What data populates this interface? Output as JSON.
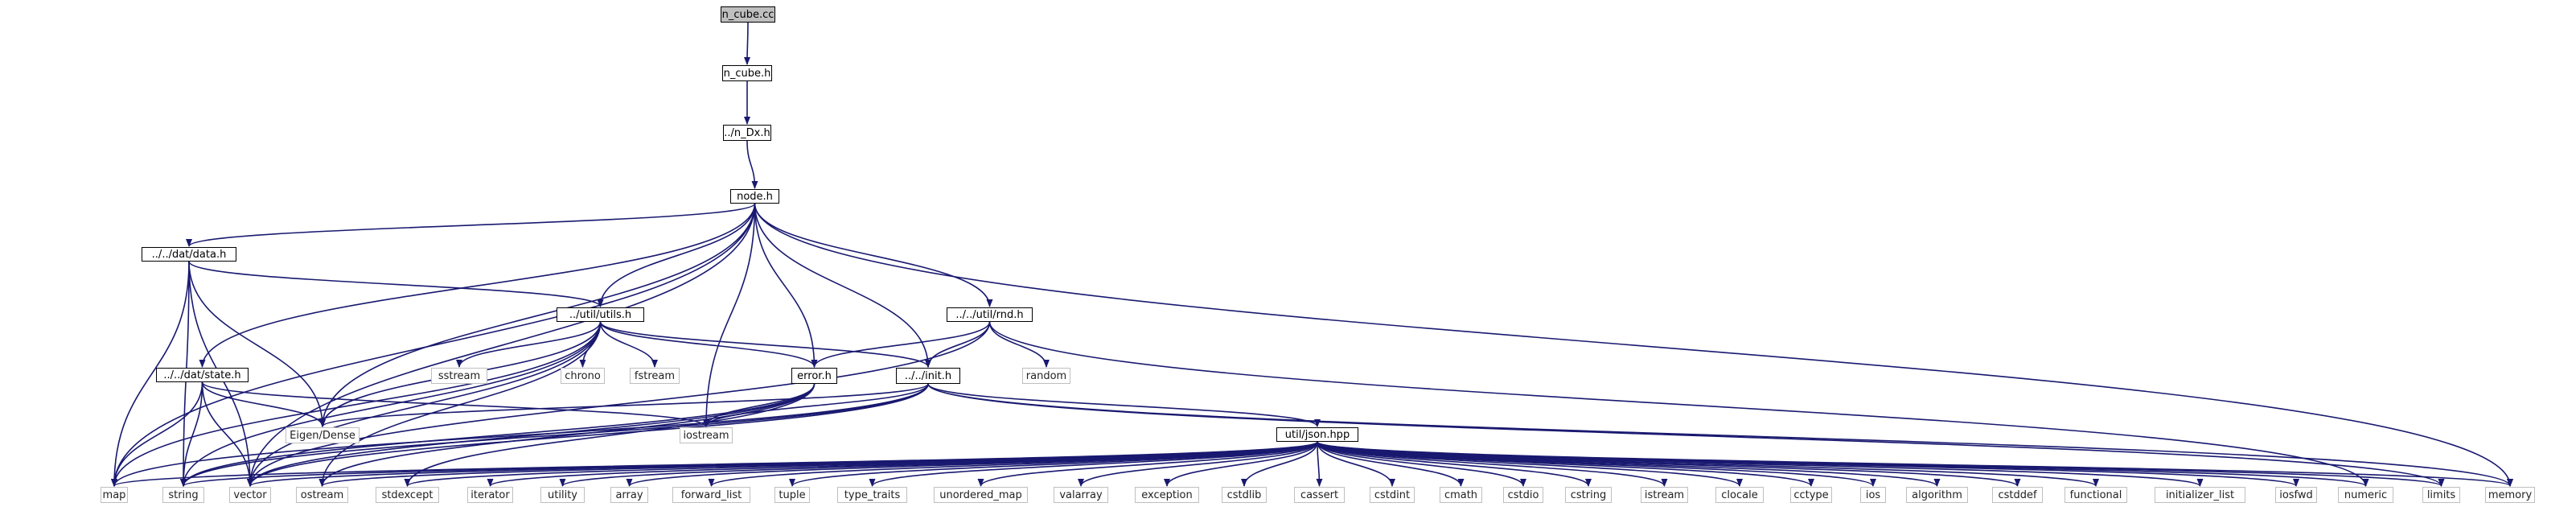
{
  "graph": {
    "nodes": [
      {
        "id": "n_cube_cc",
        "label": "n_cube.cc",
        "kind": "root"
      },
      {
        "id": "n_cube_h",
        "label": "n_cube.h",
        "kind": "local"
      },
      {
        "id": "n_dx_h",
        "label": "../n_Dx.h",
        "kind": "local"
      },
      {
        "id": "node_h",
        "label": "node.h",
        "kind": "local"
      },
      {
        "id": "data_h",
        "label": "../../dat/data.h",
        "kind": "local"
      },
      {
        "id": "utils_h",
        "label": "../util/utils.h",
        "kind": "local"
      },
      {
        "id": "rnd_h",
        "label": "../../util/rnd.h",
        "kind": "local"
      },
      {
        "id": "state_h",
        "label": "../../dat/state.h",
        "kind": "local"
      },
      {
        "id": "error_h",
        "label": "error.h",
        "kind": "local"
      },
      {
        "id": "init_h",
        "label": "../../init.h",
        "kind": "local"
      },
      {
        "id": "json_hpp",
        "label": "util/json.hpp",
        "kind": "local"
      },
      {
        "id": "sstream",
        "label": "sstream",
        "kind": "ext"
      },
      {
        "id": "chrono",
        "label": "chrono",
        "kind": "ext"
      },
      {
        "id": "fstream",
        "label": "fstream",
        "kind": "ext"
      },
      {
        "id": "random",
        "label": "random",
        "kind": "ext"
      },
      {
        "id": "eigen",
        "label": "Eigen/Dense",
        "kind": "ext"
      },
      {
        "id": "iostream",
        "label": "iostream",
        "kind": "ext"
      },
      {
        "id": "map",
        "label": "map",
        "kind": "ext"
      },
      {
        "id": "string",
        "label": "string",
        "kind": "ext"
      },
      {
        "id": "vector",
        "label": "vector",
        "kind": "ext"
      },
      {
        "id": "ostream",
        "label": "ostream",
        "kind": "ext"
      },
      {
        "id": "stdexcept",
        "label": "stdexcept",
        "kind": "ext"
      },
      {
        "id": "iterator",
        "label": "iterator",
        "kind": "ext"
      },
      {
        "id": "utility",
        "label": "utility",
        "kind": "ext"
      },
      {
        "id": "array",
        "label": "array",
        "kind": "ext"
      },
      {
        "id": "forward_list",
        "label": "forward_list",
        "kind": "ext"
      },
      {
        "id": "tuple",
        "label": "tuple",
        "kind": "ext"
      },
      {
        "id": "type_traits",
        "label": "type_traits",
        "kind": "ext"
      },
      {
        "id": "unordered_map",
        "label": "unordered_map",
        "kind": "ext"
      },
      {
        "id": "valarray",
        "label": "valarray",
        "kind": "ext"
      },
      {
        "id": "exception",
        "label": "exception",
        "kind": "ext"
      },
      {
        "id": "cstdlib",
        "label": "cstdlib",
        "kind": "ext"
      },
      {
        "id": "cassert",
        "label": "cassert",
        "kind": "ext"
      },
      {
        "id": "cstdint",
        "label": "cstdint",
        "kind": "ext"
      },
      {
        "id": "cmath",
        "label": "cmath",
        "kind": "ext"
      },
      {
        "id": "cstdio",
        "label": "cstdio",
        "kind": "ext"
      },
      {
        "id": "cstring",
        "label": "cstring",
        "kind": "ext"
      },
      {
        "id": "istream",
        "label": "istream",
        "kind": "ext"
      },
      {
        "id": "clocale",
        "label": "clocale",
        "kind": "ext"
      },
      {
        "id": "cctype",
        "label": "cctype",
        "kind": "ext"
      },
      {
        "id": "ios",
        "label": "ios",
        "kind": "ext"
      },
      {
        "id": "algorithm",
        "label": "algorithm",
        "kind": "ext"
      },
      {
        "id": "cstddef",
        "label": "cstddef",
        "kind": "ext"
      },
      {
        "id": "functional",
        "label": "functional",
        "kind": "ext"
      },
      {
        "id": "initializer_list",
        "label": "initializer_list",
        "kind": "ext"
      },
      {
        "id": "iosfwd",
        "label": "iosfwd",
        "kind": "ext"
      },
      {
        "id": "numeric",
        "label": "numeric",
        "kind": "ext"
      },
      {
        "id": "limits",
        "label": "limits",
        "kind": "ext"
      },
      {
        "id": "memory",
        "label": "memory",
        "kind": "ext"
      }
    ],
    "edges": [
      [
        "n_cube_cc",
        "n_cube_h"
      ],
      [
        "n_cube_h",
        "n_dx_h"
      ],
      [
        "n_dx_h",
        "node_h"
      ],
      [
        "node_h",
        "data_h"
      ],
      [
        "node_h",
        "utils_h"
      ],
      [
        "node_h",
        "rnd_h"
      ],
      [
        "node_h",
        "state_h"
      ],
      [
        "node_h",
        "error_h"
      ],
      [
        "node_h",
        "init_h"
      ],
      [
        "node_h",
        "eigen"
      ],
      [
        "node_h",
        "iostream"
      ],
      [
        "node_h",
        "map"
      ],
      [
        "node_h",
        "vector"
      ],
      [
        "node_h",
        "memory"
      ],
      [
        "data_h",
        "utils_h"
      ],
      [
        "data_h",
        "eigen"
      ],
      [
        "data_h",
        "map"
      ],
      [
        "data_h",
        "string"
      ],
      [
        "data_h",
        "vector"
      ],
      [
        "utils_h",
        "sstream"
      ],
      [
        "utils_h",
        "chrono"
      ],
      [
        "utils_h",
        "fstream"
      ],
      [
        "utils_h",
        "error_h"
      ],
      [
        "utils_h",
        "init_h"
      ],
      [
        "utils_h",
        "eigen"
      ],
      [
        "utils_h",
        "map"
      ],
      [
        "utils_h",
        "string"
      ],
      [
        "utils_h",
        "vector"
      ],
      [
        "utils_h",
        "ostream"
      ],
      [
        "rnd_h",
        "error_h"
      ],
      [
        "rnd_h",
        "init_h"
      ],
      [
        "rnd_h",
        "random"
      ],
      [
        "rnd_h",
        "vector"
      ],
      [
        "rnd_h",
        "numeric"
      ],
      [
        "state_h",
        "eigen"
      ],
      [
        "state_h",
        "iostream"
      ],
      [
        "state_h",
        "map"
      ],
      [
        "state_h",
        "string"
      ],
      [
        "state_h",
        "vector"
      ],
      [
        "error_h",
        "iostream"
      ],
      [
        "error_h",
        "string"
      ],
      [
        "error_h",
        "vector"
      ],
      [
        "error_h",
        "ostream"
      ],
      [
        "error_h",
        "stdexcept"
      ],
      [
        "init_h",
        "json_hpp"
      ],
      [
        "init_h",
        "eigen"
      ],
      [
        "init_h",
        "iostream"
      ],
      [
        "init_h",
        "map"
      ],
      [
        "init_h",
        "string"
      ],
      [
        "init_h",
        "vector"
      ],
      [
        "init_h",
        "limits"
      ],
      [
        "init_h",
        "memory"
      ],
      [
        "json_hpp",
        "map"
      ],
      [
        "json_hpp",
        "string"
      ],
      [
        "json_hpp",
        "vector"
      ],
      [
        "json_hpp",
        "ostream"
      ],
      [
        "json_hpp",
        "stdexcept"
      ],
      [
        "json_hpp",
        "iterator"
      ],
      [
        "json_hpp",
        "utility"
      ],
      [
        "json_hpp",
        "array"
      ],
      [
        "json_hpp",
        "forward_list"
      ],
      [
        "json_hpp",
        "tuple"
      ],
      [
        "json_hpp",
        "type_traits"
      ],
      [
        "json_hpp",
        "unordered_map"
      ],
      [
        "json_hpp",
        "valarray"
      ],
      [
        "json_hpp",
        "exception"
      ],
      [
        "json_hpp",
        "cstdlib"
      ],
      [
        "json_hpp",
        "cassert"
      ],
      [
        "json_hpp",
        "cstdint"
      ],
      [
        "json_hpp",
        "cmath"
      ],
      [
        "json_hpp",
        "cstdio"
      ],
      [
        "json_hpp",
        "cstring"
      ],
      [
        "json_hpp",
        "istream"
      ],
      [
        "json_hpp",
        "clocale"
      ],
      [
        "json_hpp",
        "cctype"
      ],
      [
        "json_hpp",
        "ios"
      ],
      [
        "json_hpp",
        "algorithm"
      ],
      [
        "json_hpp",
        "cstddef"
      ],
      [
        "json_hpp",
        "functional"
      ],
      [
        "json_hpp",
        "initializer_list"
      ],
      [
        "json_hpp",
        "iosfwd"
      ],
      [
        "json_hpp",
        "numeric"
      ],
      [
        "json_hpp",
        "limits"
      ],
      [
        "json_hpp",
        "memory"
      ]
    ],
    "colors": {
      "edge": "#191970",
      "root_fill": "#bfbfbf",
      "local_border": "#000000",
      "ext_border": "#bfbfbf"
    }
  }
}
